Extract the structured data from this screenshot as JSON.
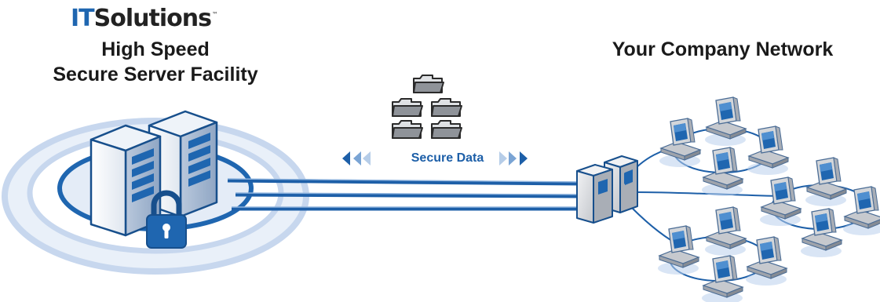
{
  "logo": {
    "it": "IT",
    "rest": "Solutions",
    "tm": "™"
  },
  "facility": {
    "line1": "High Speed",
    "line2": "Secure Server Facility"
  },
  "network": {
    "title": "Your Company Network"
  },
  "link": {
    "label": "Secure Data"
  },
  "colors": {
    "accent_blue": "#1f66b0",
    "dark_blue": "#174f8c",
    "ring_light": "#c9daf0",
    "grey_device": "#c9cbcf",
    "text_dark": "#1a1a1a"
  },
  "icons": [
    "padlock-icon",
    "folder-icon",
    "arrow-left-icon",
    "arrow-right-icon",
    "server-icon",
    "computer-icon"
  ]
}
